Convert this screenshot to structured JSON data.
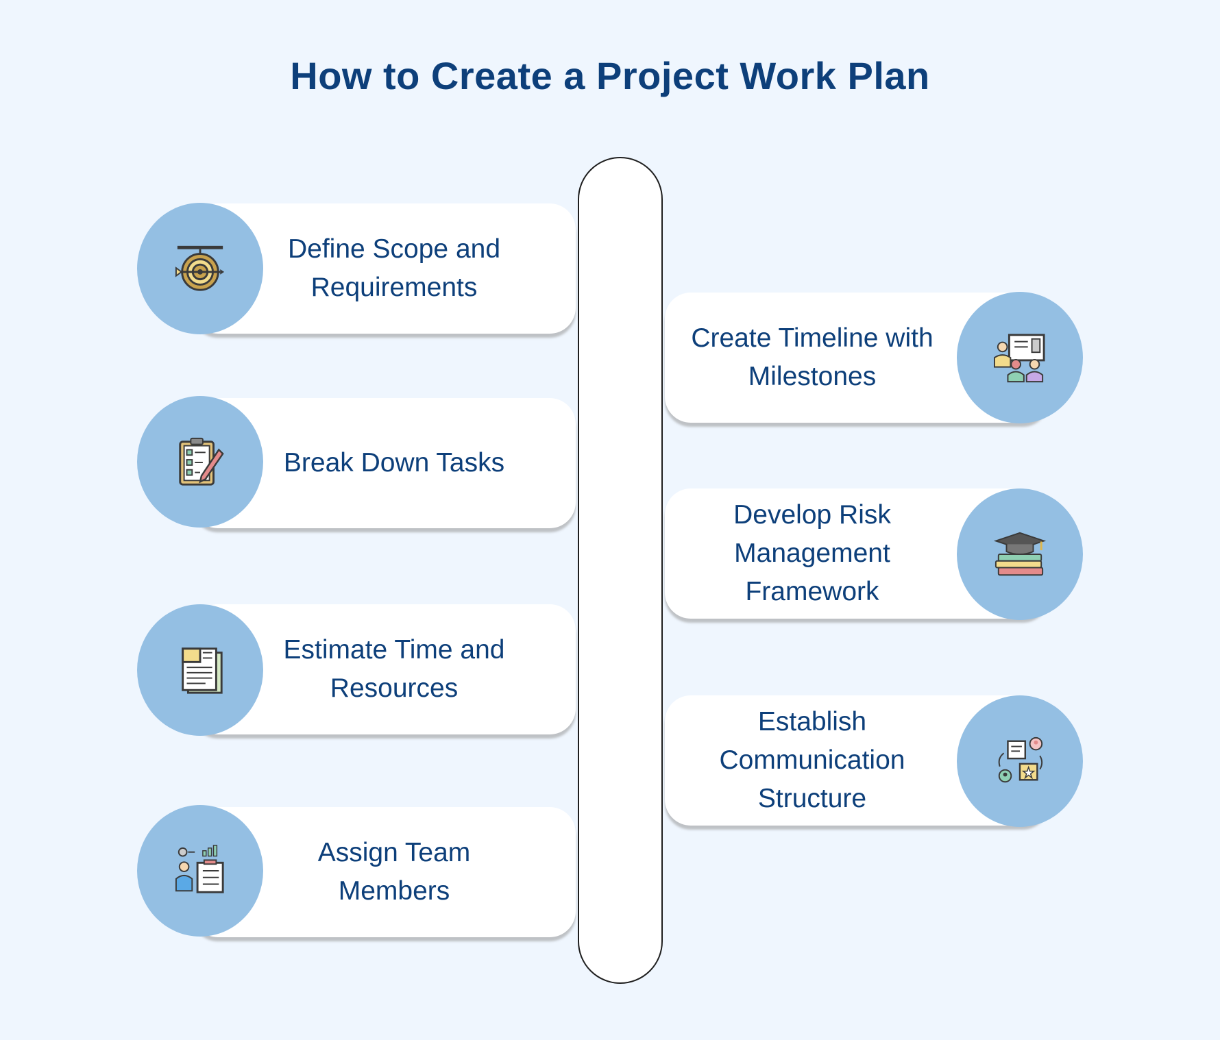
{
  "title": "How to Create a Project Work Plan",
  "steps_left": [
    {
      "label": "Define Scope and Requirements",
      "icon": "target-icon"
    },
    {
      "label": "Break Down Tasks",
      "icon": "checklist-clipboard-icon"
    },
    {
      "label": "Estimate Time and Resources",
      "icon": "documents-icon"
    },
    {
      "label": "Assign Team Members",
      "icon": "team-assignment-icon"
    }
  ],
  "steps_right": [
    {
      "label": "Create Timeline with Milestones",
      "icon": "presentation-meeting-icon"
    },
    {
      "label": "Develop Risk Management Framework",
      "icon": "books-graduation-cap-icon"
    },
    {
      "label": "Establish Communication Structure",
      "icon": "communication-exchange-icon"
    }
  ],
  "colors": {
    "background": "#eff6fe",
    "title_text": "#0d3f7a",
    "card": "#ffffff",
    "icon_circle": "#94bfe3"
  }
}
